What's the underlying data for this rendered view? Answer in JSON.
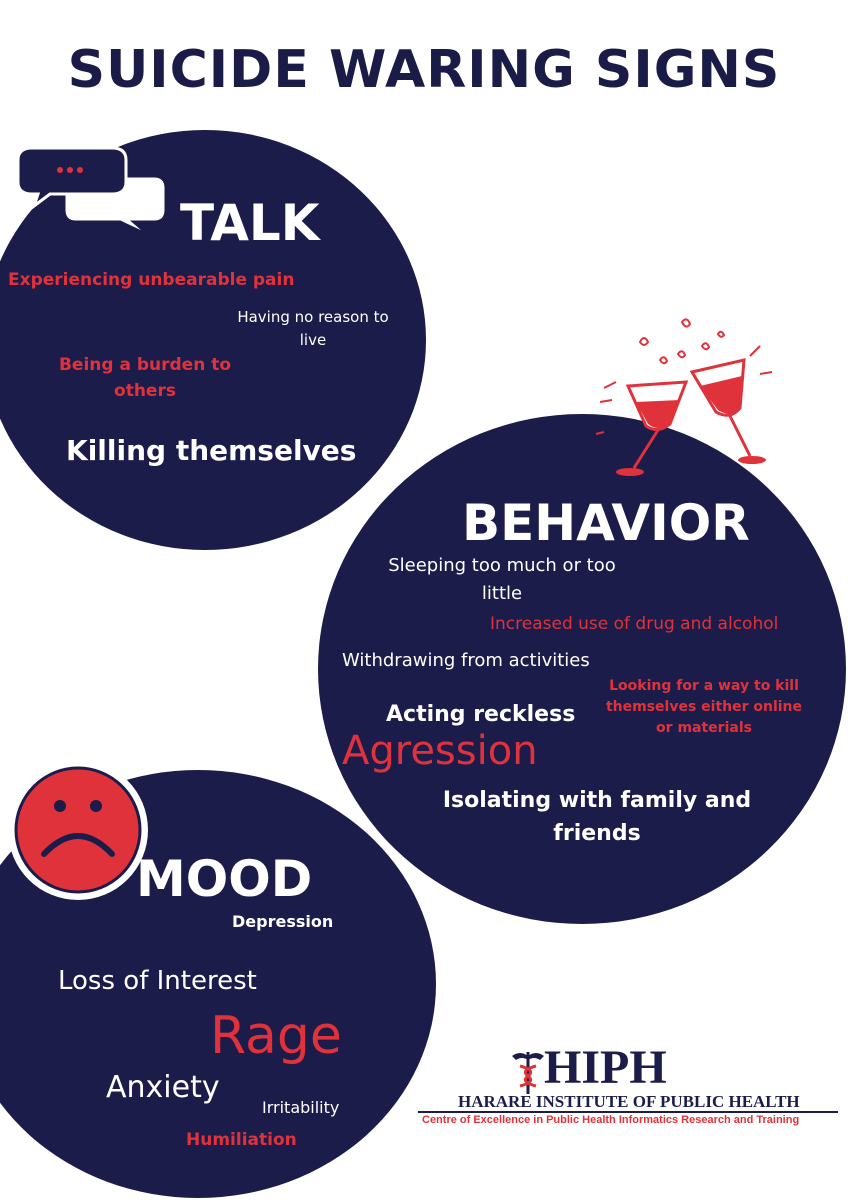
{
  "title": "SUICIDE WARING SIGNS",
  "colors": {
    "navy": "#1c1c4b",
    "red": "#e0323b",
    "white": "#ffffff"
  },
  "sections": {
    "talk": {
      "heading": "TALK",
      "icon": "speech-bubbles-icon",
      "items": [
        "Experiencing unbearable pain",
        "Having no reason to live",
        "Being a burden to others",
        "Killing themselves"
      ]
    },
    "behavior": {
      "heading": "BEHAVIOR",
      "icon": "wine-glasses-icon",
      "items": [
        "Sleeping too much or too little",
        "Increased use of drug and alcohol",
        "Withdrawing from activities",
        "Looking for a way to kill themselves either online or materials",
        "Acting reckless",
        "Agression",
        "Isolating with family and friends"
      ]
    },
    "mood": {
      "heading": "MOOD",
      "icon": "sad-face-icon",
      "items": [
        "Depression",
        "Loss of Interest",
        "Rage",
        "Anxiety",
        "Irritability",
        "Humiliation"
      ]
    }
  },
  "logo": {
    "acronym": "HIPH",
    "name": "HARARE INSTITUTE OF PUBLIC HEALTH",
    "tagline": "Centre of Excellence in Public Health Informatics Research and Training",
    "icon": "caduceus-icon"
  }
}
